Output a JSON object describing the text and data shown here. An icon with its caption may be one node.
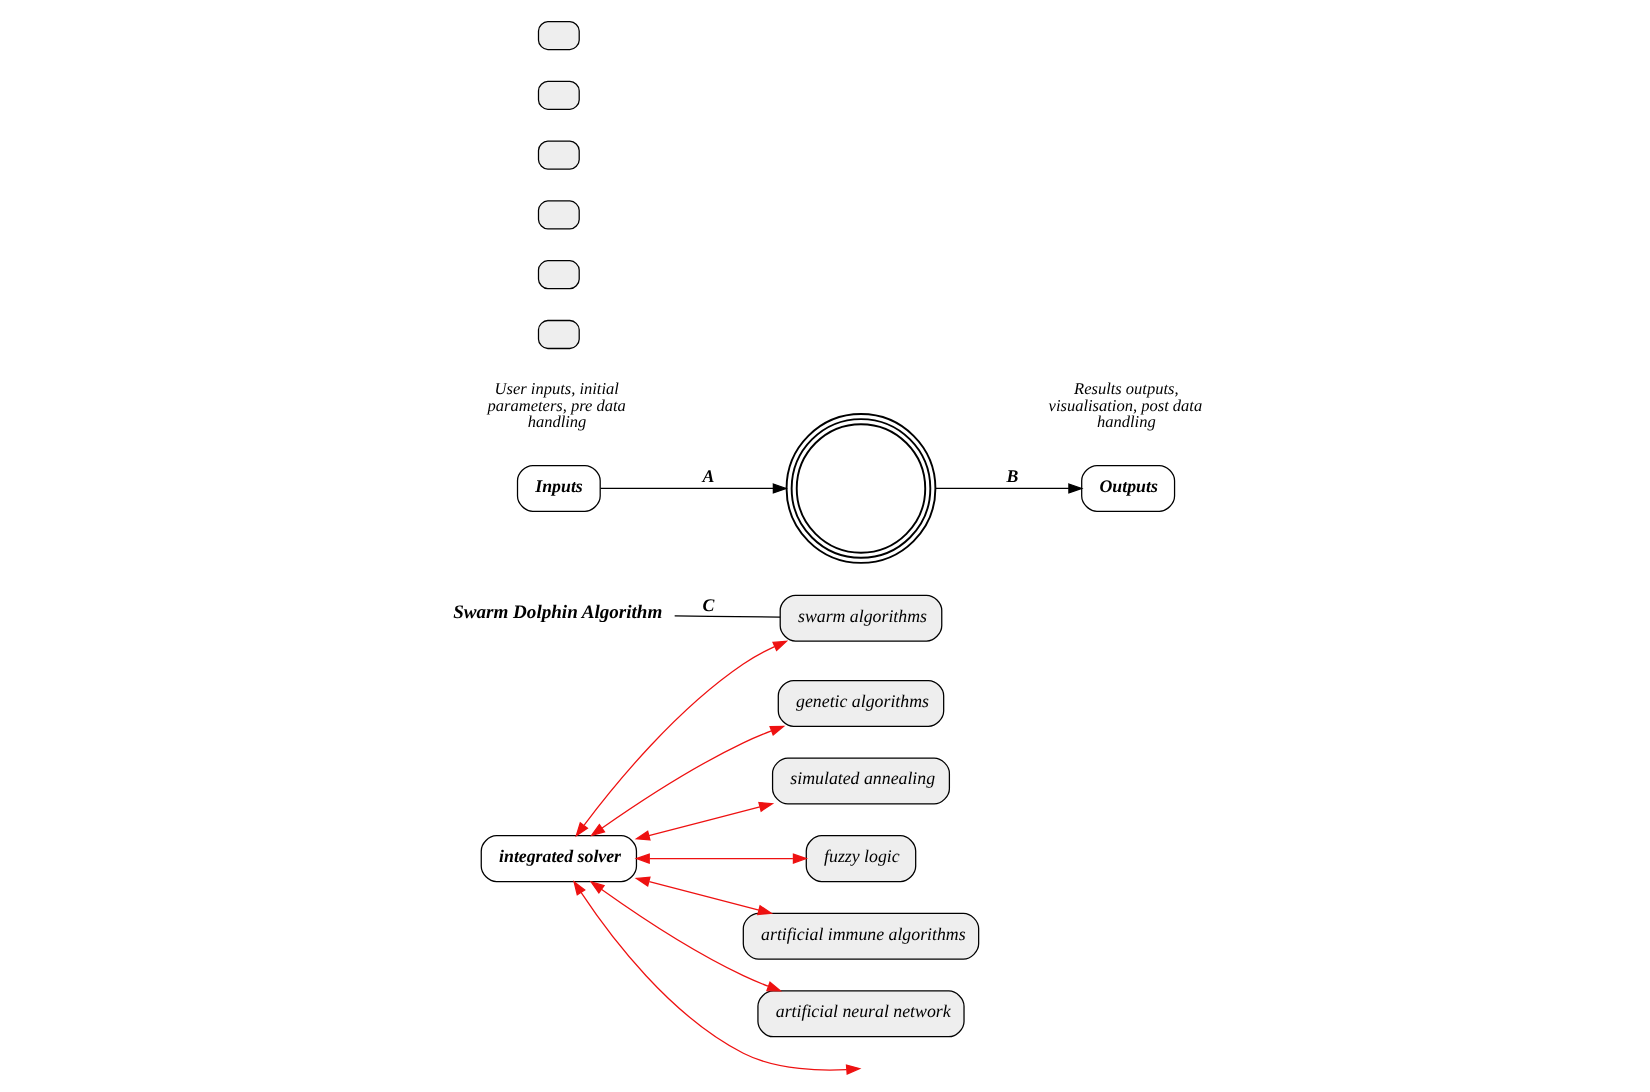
{
  "diagram": {
    "nodes": [
      {
        "text": [
          "Swarm Dolphin Algorithm"
        ]
      },
      {
        "text": [
          "genetic algorithms"
        ]
      },
      {
        "text": [
          "simulated annealing"
        ]
      },
      {
        "text": [
          "Inputs"
        ],
        "beside": [
          "User inputs, initial parameters, pre data handling"
        ]
      },
      {
        "text": [],
        "shape": "box"
      },
      {
        "text": [],
        "shape": "box"
      },
      {
        "text": [],
        "shape": "box"
      },
      {
        "text": [
          "swarm algorithms"
        ]
      },
      {
        "text": [],
        "shape": "box"
      },
      {
        "text": [],
        "shape": "box"
      },
      {
        "text": [],
        "shape": "box"
      },
      {
        "text": [
          "integrated solver"
        ]
      },
      {
        "text": [
          "Outputs"
        ],
        "beside": [
          "Results outputs, visualisation, post data handling"
        ]
      },
      {
        "text": [
          "fuzzy logic"
        ]
      },
      {
        "text": [
          "artificial immune algorithms"
        ]
      },
      {
        "text": [
          "artificial neural network"
        ]
      },
      {
        "text": [],
        "shape": "spiral"
      }
    ],
    "edges": [
      {
        "from": 0,
        "to": 7,
        "arrow": "none",
        "label": "C",
        "color": "#000000"
      },
      {
        "from": 3,
        "to": 16,
        "arrow": "to",
        "label": "A",
        "color": "#000000"
      },
      {
        "from": 16,
        "to": 12,
        "arrow": "to",
        "label": "B",
        "color": "#000000"
      },
      {
        "from": 11,
        "to": 1,
        "arrow": "both"
      },
      {
        "from": 11,
        "to": 2,
        "arrow": "both"
      },
      {
        "from": 11,
        "to": 7,
        "arrow": "both"
      },
      {
        "from": 11,
        "to": null,
        "arrow": "both"
      },
      {
        "from": 11,
        "to": 13,
        "arrow": "both"
      },
      {
        "from": 11,
        "to": 14,
        "arrow": "both"
      },
      {
        "from": 11,
        "to": 15,
        "arrow": "both"
      }
    ]
  }
}
